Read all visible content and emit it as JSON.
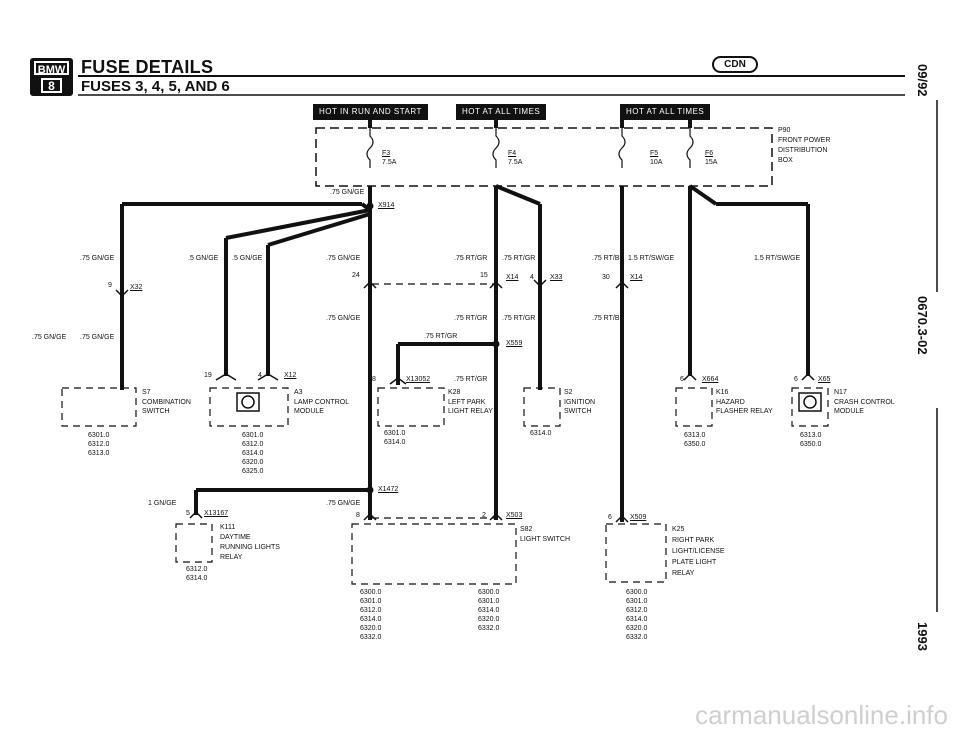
{
  "header": {
    "title": "FUSE DETAILS",
    "subtitle": "FUSES 3, 4, 5, AND 6",
    "logo_top": "BMW",
    "logo_bottom": "8",
    "badge": "CDN"
  },
  "side": {
    "date": "09/92",
    "code": "0670.3-02",
    "year": "1993"
  },
  "tags": {
    "run_start": "HOT IN RUN AND START",
    "all_times_1": "HOT AT ALL TIMES",
    "all_times_2": "HOT AT ALL TIMES"
  },
  "fusebox": {
    "id": "P90",
    "line1": "FRONT POWER",
    "line2": "DISTRIBUTION",
    "line3": "BOX"
  },
  "fuses": [
    {
      "name": "F3",
      "rating": "7.5A"
    },
    {
      "name": "F4",
      "rating": "7.5A"
    },
    {
      "name": "F5",
      "rating": "10A"
    },
    {
      "name": "F6",
      "rating": "15A"
    }
  ],
  "wires": {
    "w_75gnge": ".75 GN/GE",
    "w_5gnge": ".5 GN/GE",
    "w_5gnge_b": ".5 GN/GE",
    "w_75rtgr": ".75 RT/GR",
    "w_75rtbl": ".75 RT/BL",
    "w_15rtswge": "1.5 RT/SW/GE",
    "w_1gnge": "1 GN/GE"
  },
  "connectors": {
    "x914": "X914",
    "x32": "X32",
    "x32_pin": "9",
    "x14": "X14",
    "x14_pin": "4",
    "x14_pin15": "15",
    "x33": "X33",
    "x14b": "X14",
    "x14b_pin": "30",
    "pin24": "24",
    "x559": "X559",
    "x12": "X12",
    "x12_pin19": "19",
    "x12_pin4": "4",
    "x13052": "X13052",
    "x13052_pin": "8",
    "x664": "X664",
    "x664_pin": "6",
    "x65": "X65",
    "x65_pin": "6",
    "x1472": "X1472",
    "x13167": "X13167",
    "x13167_pin": "5",
    "x503": "X503",
    "x503_pin": "2",
    "pin8": "8",
    "x509": "X509",
    "x509_pin": "6"
  },
  "components": {
    "s7": {
      "id": "S7",
      "name1": "COMBINATION",
      "name2": "SWITCH",
      "refs": [
        "6301.0",
        "6312.0",
        "6313.0"
      ]
    },
    "a3": {
      "id": "A3",
      "name1": "LAMP CONTROL",
      "name2": "MODULE",
      "refs": [
        "6301.0",
        "6312.0",
        "6314.0",
        "6320.0",
        "6325.0"
      ]
    },
    "k28": {
      "id": "K28",
      "name1": "LEFT PARK",
      "name2": "LIGHT RELAY",
      "refs": [
        "6301.0",
        "6314.0"
      ]
    },
    "s2": {
      "id": "S2",
      "name1": "IGNITION",
      "name2": "SWITCH",
      "refs": [
        "6314.0"
      ]
    },
    "k16": {
      "id": "K16",
      "name1": "HAZARD",
      "name2": "FLASHER RELAY",
      "refs": [
        "6313.0",
        "6350.0"
      ]
    },
    "n17": {
      "id": "N17",
      "name1": "CRASH CONTROL",
      "name2": "MODULE",
      "refs": [
        "6313.0",
        "6350.0"
      ]
    },
    "k111": {
      "id": "K111",
      "name1": "DAYTIME",
      "name2": "RUNNING LIGHTS",
      "name3": "RELAY",
      "refs": [
        "6312.0",
        "6314.0"
      ]
    },
    "s82": {
      "id": "S82",
      "name1": "LIGHT SWITCH",
      "refs_a": [
        "6300.0",
        "6301.0",
        "6312.0",
        "6314.0",
        "6320.0",
        "6332.0"
      ],
      "refs_b": [
        "6300.0",
        "6301.0",
        "6314.0",
        "6320.0",
        "6332.0"
      ]
    },
    "k25": {
      "id": "K25",
      "name1": "RIGHT PARK",
      "name2": "LIGHT/LICENSE",
      "name3": "PLATE LIGHT",
      "name4": "RELAY",
      "refs": [
        "6300.0",
        "6301.0",
        "6312.0",
        "6314.0",
        "6320.0",
        "6332.0"
      ]
    }
  },
  "watermark": "carmanualsonline.info"
}
